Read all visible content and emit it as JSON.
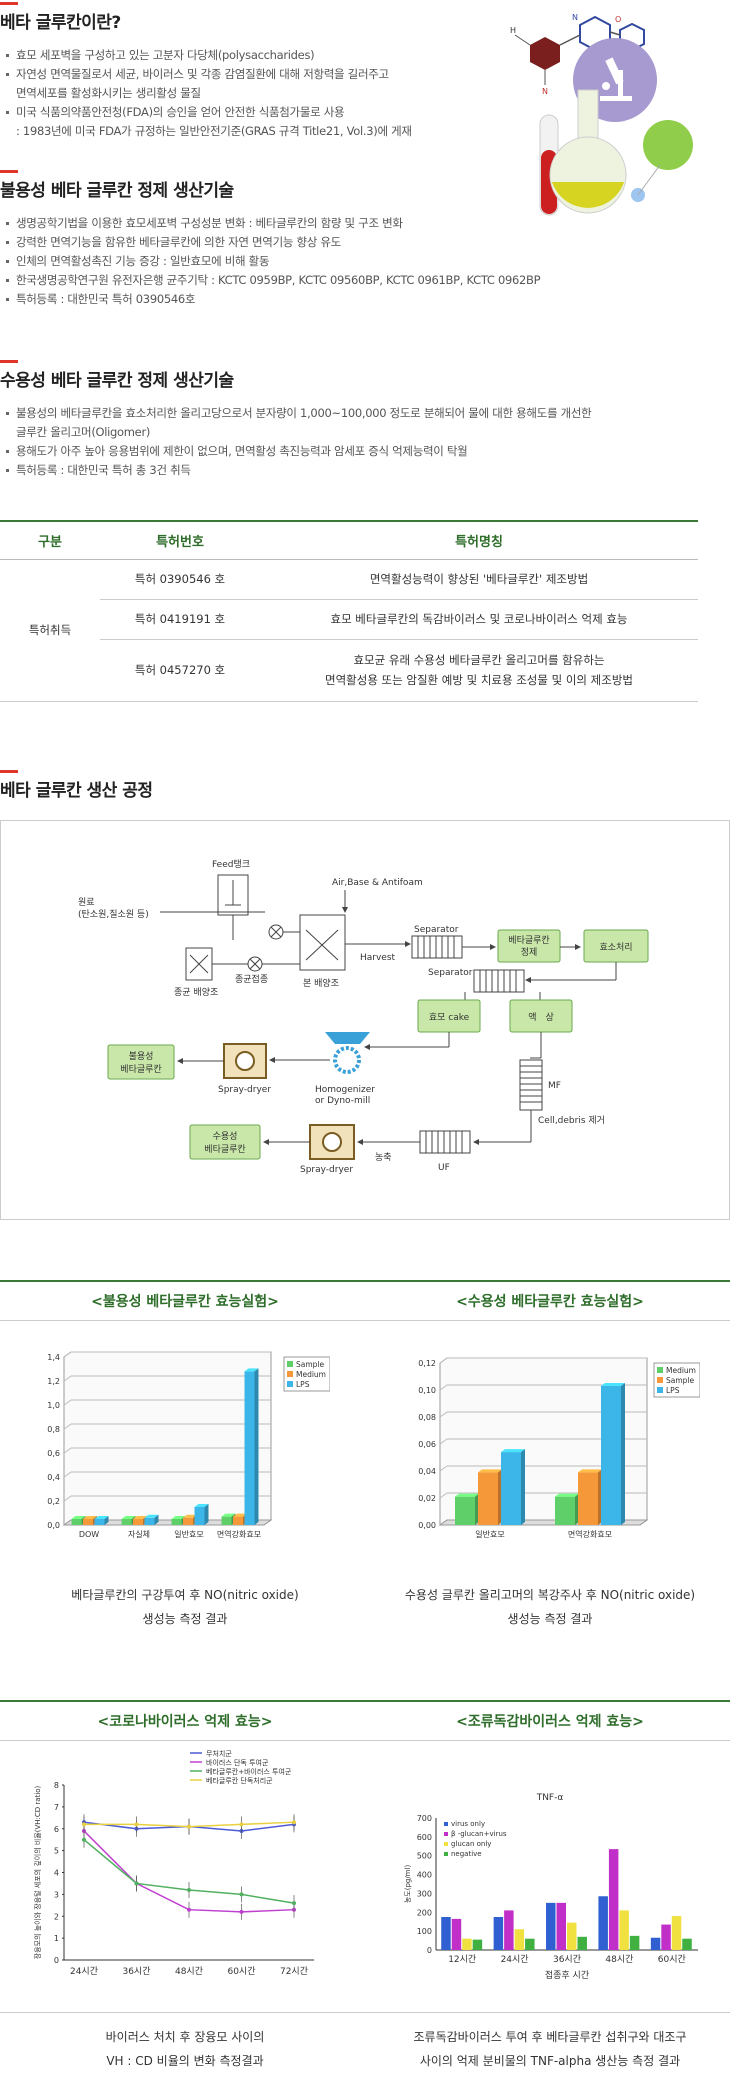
{
  "s1": {
    "title": "베타 글루칸이란?",
    "bullets": [
      "효모 세포벽을 구성하고 있는 고분자 다당체(polysaccharides)",
      "자연성 면역물질로서 세균, 바이러스 및 각종 감염질환에 대해 저항력을 길러주고",
      "면역세포를 활성화시키는 생리활성 물질",
      "미국 식품의약품안전청(FDA)의 승인을 얻어 안전한 식품첨가물로 사용",
      ": 1983년에 미국 FDA가 규정하는 일반안전기준(GRAS 규격 Title21, Vol.3)에 게재"
    ]
  },
  "s2": {
    "title": "불용성 베타 글루칸 정제 생산기술",
    "bullets": [
      "생명공학기법을 이용한 효모세포벽 구성성분 변화 : 베타글루칸의 함량 및 구조 변화",
      "강력한 면역기능을 함유한 베타글루칸에 의한 자연 면역기능 향상 유도",
      "인체의 면역활성촉진 기능 증강 : 일반효모에 비해 활동",
      "한국생명공학연구원 유전자은행 균주기탁 : KCTC 0959BP, KCTC 09560BP, KCTC 0961BP, KCTC 0962BP",
      "특허등록 : 대한민국 특허 0390546호"
    ]
  },
  "s3": {
    "title": "수용성 베타 글루칸 정제 생산기술",
    "bullets": [
      "불용성의 베타글루칸을 효소처리한 올리고당으로서 분자량이 1,000~100,000 정도로 분해되어 물에 대한 용해도를 개선한",
      "글루칸 올리고머(Oligomer)",
      "용해도가 아주 높아 응용범위에 제한이 없으며, 면역활성 촉진능력과 암세포 증식 억제능력이 탁월",
      "특허등록 : 대한민국 특허 총 3건 취득"
    ]
  },
  "table": {
    "headers": [
      "구분",
      "특허번호",
      "특허명칭"
    ],
    "group": "특허취득",
    "rows": [
      {
        "no": "특허 0390546 호",
        "name1": "면역활성능력이 향상된 '베타글루칸' 제조방법",
        "name2": ""
      },
      {
        "no": "특허 0419191 호",
        "name1": "효모 베타글루칸의 독감바이러스 및 코로나바이러스 억제 효능",
        "name2": ""
      },
      {
        "no": "특허 0457270 호",
        "name1": "효모균 유래 수용성 베타글루칸 올리고머를 함유하는",
        "name2": "면역활성용 또는 암질환 예방 및 치료용 조성물 및 이의 제조방법"
      }
    ]
  },
  "s4": {
    "title": "베타 글루칸 생산 공정"
  },
  "process": {
    "feed_tank": "Feed탱크",
    "raw_material_1": "원료",
    "raw_material_2": "(탄소원,질소원 등)",
    "air": "Air,Base & Antifoam",
    "seed_culture": "종균 배양조",
    "inoculation": "종균접종",
    "main_culture": "본 배양조",
    "harvest": "Harvest",
    "separator1": "Separator",
    "separator2": "Separator",
    "bg_refine_1": "베타글루칸",
    "bg_refine_2": "정제",
    "enzyme": "효소처리",
    "yeast_cake": "효모 cake",
    "liquid": "액　상",
    "insoluble_1": "불용성",
    "insoluble_2": "베타글루칸",
    "spray_dryer1": "Spray-dryer",
    "homogenizer_1": "Homogenizer",
    "homogenizer_2": "or Dyno-mill",
    "mf": "MF",
    "cell_debris": "Cell,debris 제거",
    "soluble_1": "수용성",
    "soluble_2": "베타글루칸",
    "spray_dryer2": "Spray-dryer",
    "concentrate": "농축",
    "uf": "UF"
  },
  "panels": {
    "p1_title": "<불용성 베타글루칸 효능실험>",
    "p2_title": "<수용성 베타글루칸 효능실험>",
    "p1_caption_1": "베타글루칸의 구강투여 후 NO(nitric oxide)",
    "p1_caption_2": "생성능 측정 결과",
    "p2_caption_1": "수용성 글루칸 올리고머의 복강주사 후  NO(nitric oxide)",
    "p2_caption_2": "생성능 측정 결과",
    "p3_title": "<코로나바이러스 억제 효능>",
    "p4_title": "<조류독감바이러스 억제 효능>",
    "p3_caption_1": "바이러스 처치 후 장융모 사이의",
    "p3_caption_2": "VH : CD 비율의 변화 측정결과",
    "p4_caption_1": "조류독감바이러스 투여 후 베타글루칸 섭취구와 대조구",
    "p4_caption_2": "사이의 억제 분비물의 TNF-alpha 생산능 측정 결과"
  },
  "chart_data": [
    {
      "type": "bar",
      "categories": [
        "DOW",
        "자실체",
        "일반효모",
        "면역강화효모"
      ],
      "series": [
        {
          "name": "Sample",
          "values": [
            0.05,
            0.05,
            0.05,
            0.07
          ]
        },
        {
          "name": "Medium",
          "values": [
            0.05,
            0.05,
            0.06,
            0.07
          ]
        },
        {
          "name": "LPS",
          "values": [
            0.05,
            0.06,
            0.15,
            1.28
          ]
        }
      ],
      "colors": [
        "#5fcf6a",
        "#f5983a",
        "#3cb6e8"
      ],
      "ylim": [
        0,
        1.4
      ],
      "yticks": [
        "0,0",
        "0,2",
        "0,4",
        "0,6",
        "0,8",
        "1,0",
        "1,2",
        "1,4"
      ]
    },
    {
      "type": "bar",
      "categories": [
        "일반효모",
        "면역강화효모"
      ],
      "series": [
        {
          "name": "Medium",
          "values": [
            0.021,
            0.021
          ]
        },
        {
          "name": "Sample",
          "values": [
            0.039,
            0.039
          ]
        },
        {
          "name": "LPS",
          "values": [
            0.054,
            0.103
          ]
        }
      ],
      "colors": [
        "#5fcf6a",
        "#f5983a",
        "#3cb6e8"
      ],
      "ylim": [
        0,
        0.12
      ],
      "yticks": [
        "0,00",
        "0,02",
        "0,04",
        "0,06",
        "0,08",
        "0,10",
        "0,12"
      ]
    },
    {
      "type": "line",
      "x": [
        "24시간",
        "36시간",
        "48시간",
        "60시간",
        "72시간"
      ],
      "series": [
        {
          "name": "무처치군",
          "values": [
            6.3,
            6.0,
            6.1,
            5.9,
            6.2
          ]
        },
        {
          "name": "바이러스 단독 투여군",
          "values": [
            5.9,
            3.5,
            2.3,
            2.2,
            2.3
          ]
        },
        {
          "name": "베타글루칸+바이러스 투여군",
          "values": [
            5.5,
            3.5,
            3.2,
            3.0,
            2.6
          ]
        },
        {
          "name": "베타글루칸 단독처리군",
          "values": [
            6.2,
            6.2,
            6.1,
            6.2,
            6.3
          ]
        }
      ],
      "colors": [
        "#4b5bd6",
        "#c040d0",
        "#50b060",
        "#e8d040"
      ],
      "ylim": [
        0,
        8
      ],
      "yticks": [
        "0",
        "1",
        "2",
        "3",
        "4",
        "5",
        "6",
        "7",
        "8"
      ],
      "ylabel": "장융모의 높이와 장융털 세포의 깊이의 비율(VH:CD ratio)"
    },
    {
      "type": "bar",
      "title": "TNF-α",
      "categories": [
        "12시간",
        "24시간",
        "36시간",
        "48시간",
        "60시간"
      ],
      "series": [
        {
          "name": "virus only",
          "values": [
            175,
            175,
            250,
            285,
            65
          ]
        },
        {
          "name": "β -glucan+virus",
          "values": [
            165,
            210,
            250,
            535,
            135
          ]
        },
        {
          "name": "glucan only",
          "values": [
            60,
            110,
            145,
            210,
            180
          ]
        },
        {
          "name": "negative",
          "values": [
            55,
            60,
            70,
            75,
            60
          ]
        }
      ],
      "colors": [
        "#2f5fd0",
        "#c030c8",
        "#f0e040",
        "#40b040"
      ],
      "ylim": [
        0,
        700
      ],
      "yticks": [
        "0",
        "100",
        "200",
        "300",
        "400",
        "500",
        "600",
        "700"
      ],
      "ylabel": "농도(pg/ml)",
      "xlabel": "접종후 시간"
    }
  ]
}
